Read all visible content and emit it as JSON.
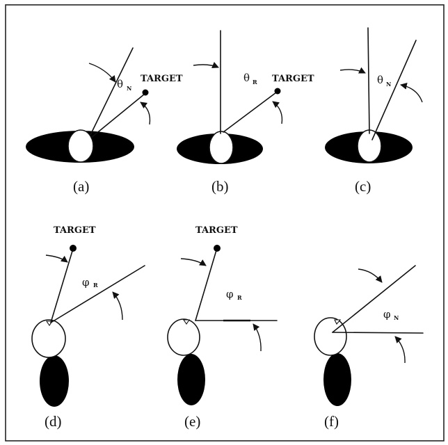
{
  "panels": [
    {
      "id": "a",
      "caption": "(a)",
      "target": "TARGET",
      "angle_symbol": "θ",
      "angle_sub": "N"
    },
    {
      "id": "b",
      "caption": "(b)",
      "target": "TARGET",
      "angle_symbol": "θ",
      "angle_sub": "R"
    },
    {
      "id": "c",
      "caption": "(c)",
      "target": "",
      "angle_symbol": "θ",
      "angle_sub": "N"
    },
    {
      "id": "d",
      "caption": "(d)",
      "target": "TARGET",
      "angle_symbol": "φ",
      "angle_sub": "R"
    },
    {
      "id": "e",
      "caption": "(e)",
      "target": "TARGET",
      "angle_symbol": "φ",
      "angle_sub": "R"
    },
    {
      "id": "f",
      "caption": "(f)",
      "target": "",
      "angle_symbol": "φ",
      "angle_sub": "N"
    }
  ],
  "colors": {
    "ink": "#111111",
    "fill": "#000000",
    "background": "#ffffff",
    "frame": "#222222"
  }
}
